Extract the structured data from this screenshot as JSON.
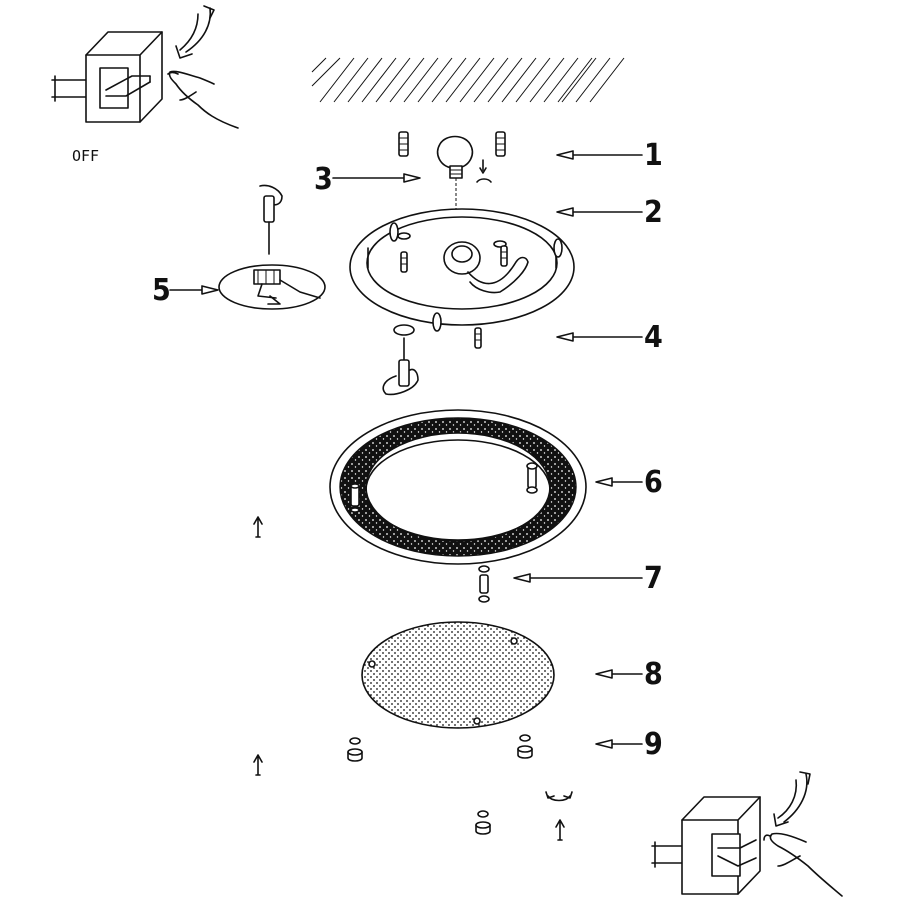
{
  "switch_off": {
    "label": "OFF"
  },
  "callouts": [
    {
      "num": "1"
    },
    {
      "num": "2"
    },
    {
      "num": "3"
    },
    {
      "num": "4"
    },
    {
      "num": "5"
    },
    {
      "num": "6"
    },
    {
      "num": "7"
    },
    {
      "num": "8"
    },
    {
      "num": "9"
    }
  ],
  "colors": {
    "ink": "#111111",
    "paper": "#ffffff"
  }
}
